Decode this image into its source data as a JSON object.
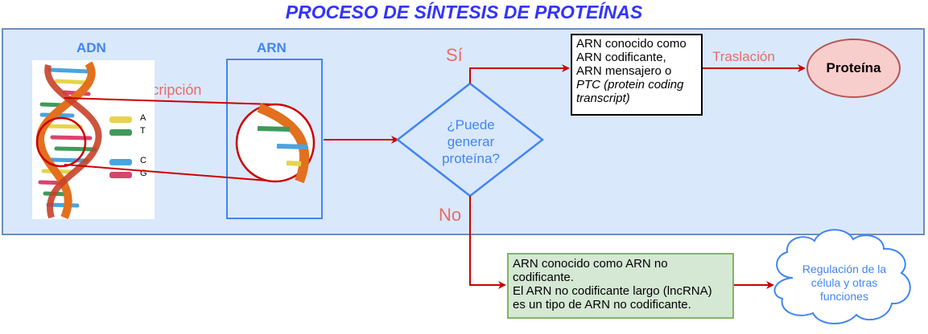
{
  "title": "PROCESO DE SÍNTESIS DE PROTEÍNAS",
  "labels": {
    "adn": "ADN",
    "arn": "ARN",
    "transcription": "Transcripción",
    "yes": "Sí",
    "no": "No",
    "translation": "Traslación"
  },
  "legend": [
    "A",
    "T",
    "C",
    "G"
  ],
  "decision": [
    "¿Puede",
    "generar",
    "proteína?"
  ],
  "coding_box": {
    "line1": "ARN conocido como",
    "line2": "ARN codificante,",
    "line3": "ARN mensajero o",
    "line4": "PTC (protein coding",
    "line5": "transcript)"
  },
  "protein": "Proteína",
  "noncoding_box": {
    "line1": "ARN conocido como ARN no",
    "line2": "codificante.",
    "line3": "El ARN no codificante largo (lncRNA)",
    "line4": "es un tipo de ARN no codificante."
  },
  "cloud": [
    "Regulación de la",
    "célula y otras",
    "funciones"
  ],
  "colors": {
    "title": "#3333ff",
    "panel_fill": "#dae8fc",
    "panel_border": "#6c8ebf",
    "accent_blue": "#4285f4",
    "arrow_red": "#cc0000",
    "label_red": "#ea6b66",
    "protein_fill": "#f8cecc",
    "noncoding_fill": "#d5e8d4"
  }
}
